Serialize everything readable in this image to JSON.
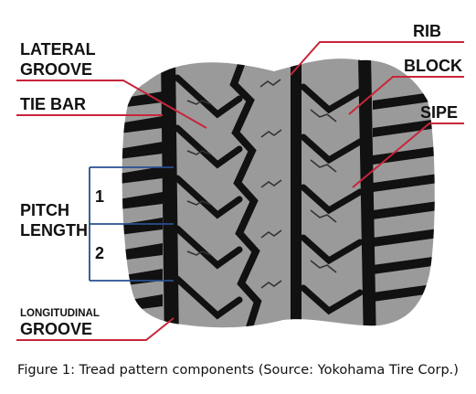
{
  "labels": {
    "lateral_groove": [
      "LATERAL",
      "GROOVE"
    ],
    "tie_bar": "TIE BAR",
    "pitch_length": [
      "PITCH",
      "LENGTH"
    ],
    "pitch_1": "1",
    "pitch_2": "2",
    "longitudinal_groove": [
      "LONGITUDINAL",
      "GROOVE"
    ],
    "rib": "RIB",
    "block": "BLOCK",
    "sipe": "SIPE"
  },
  "caption": "Figure 1: Tread pattern components (Source: Yokohama Tire Corp.)",
  "colors": {
    "tread": "#9a9a9a",
    "groove": "#111111",
    "leader_line": "#c8253a",
    "pitch_bracket": "#2a4f8f",
    "text": "#111111"
  }
}
